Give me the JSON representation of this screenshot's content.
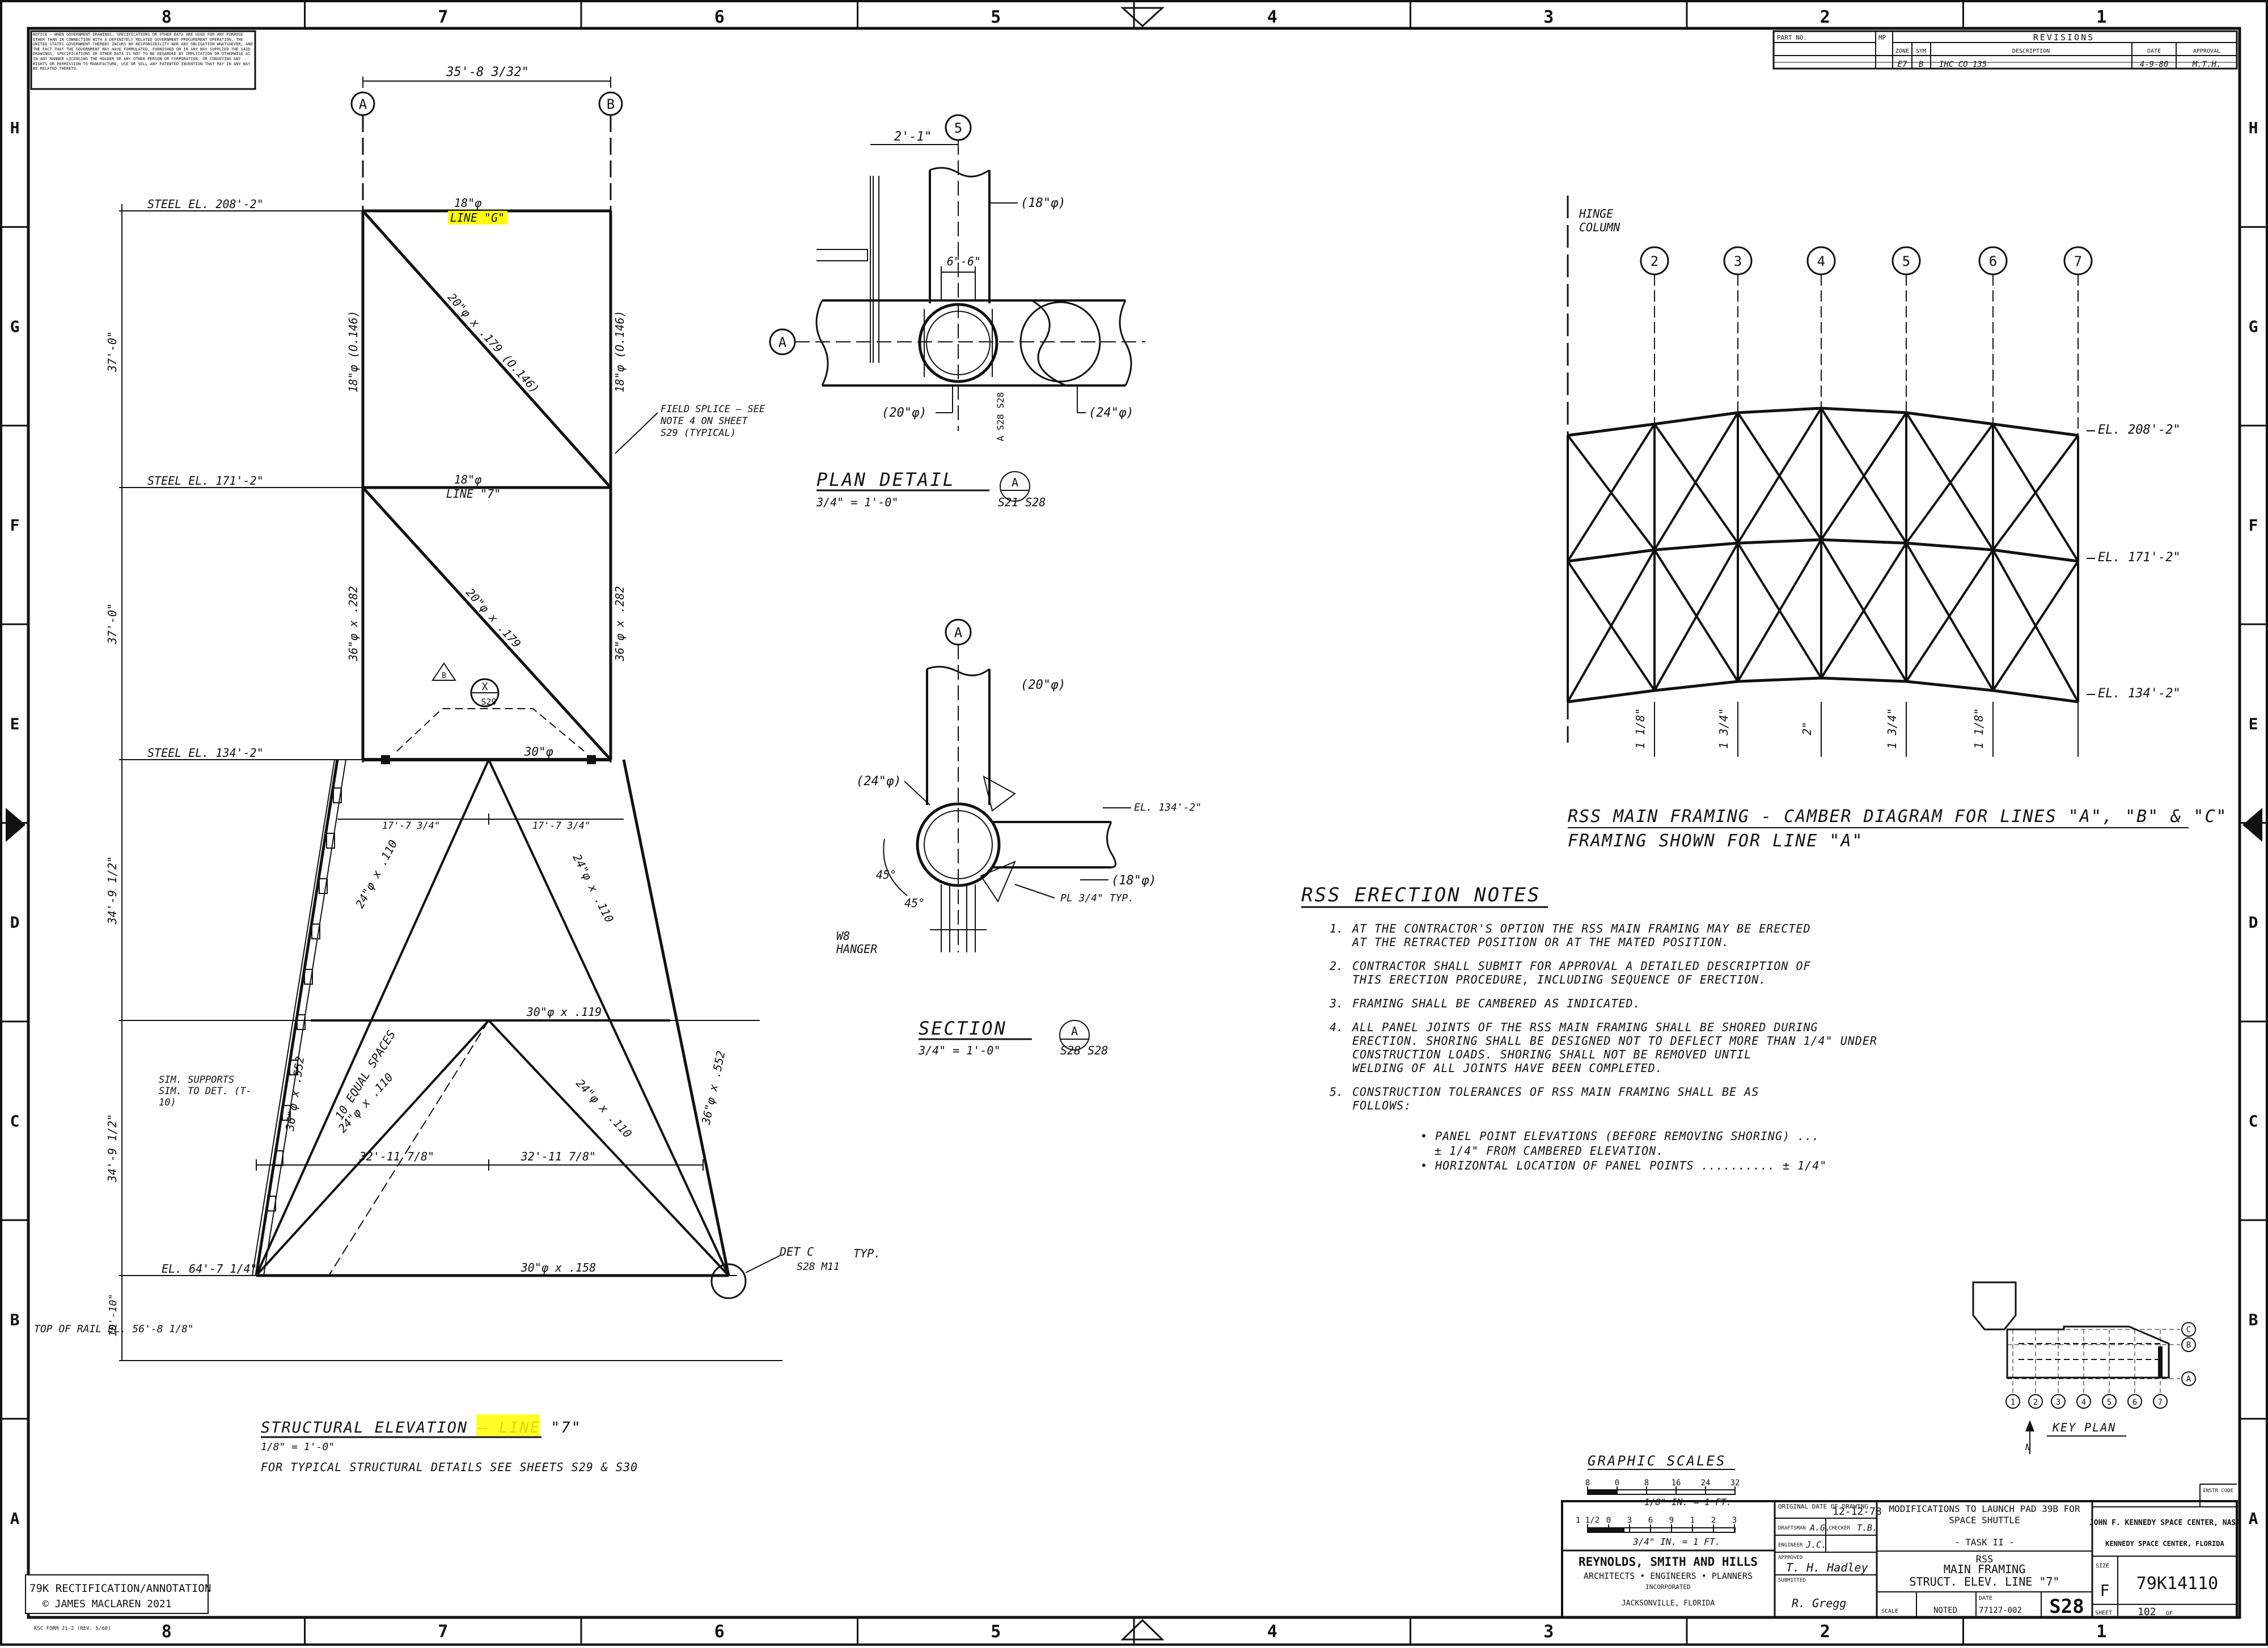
{
  "border": {
    "columns": [
      "8",
      "7",
      "6",
      "5",
      "4",
      "3",
      "2",
      "1"
    ],
    "rows": [
      "H",
      "G",
      "F",
      "E",
      "D",
      "C",
      "B",
      "A"
    ]
  },
  "notice_text": "NOTICE — WHEN GOVERNMENT DRAWINGS, SPECIFICATIONS OR OTHER DATA ARE USED FOR ANY PURPOSE OTHER THAN IN CONNECTION WITH A DEFINITELY RELATED GOVERNMENT PROCUREMENT OPERATION, THE UNITED STATES GOVERNMENT THEREBY INCURS NO RESPONSIBILITY NOR ANY OBLIGATION WHATSOEVER; AND THE FACT THAT THE GOVERNMENT MAY HAVE FORMULATED, FURNISHED OR IN ANY WAY SUPPLIED THE SAID DRAWINGS, SPECIFICATIONS OR OTHER DATA IS NOT TO BE REGARDED BY IMPLICATION OR OTHERWISE AS IN ANY MANNER LICENSING THE HOLDER OR ANY OTHER PERSON OR CORPORATION, OR CONVEYING ANY RIGHTS OR PERMISSION TO MANUFACTURE, USE OR SELL ANY PATENTED INVENTION THAT MAY IN ANY WAY BE RELATED THERETO.",
  "revisions": {
    "part_no_label": "PART NO.",
    "mp_label": "MP",
    "title": "REVISIONS",
    "headers": [
      "ZONE",
      "SYM",
      "DESCRIPTION",
      "DATE",
      "APPROVAL"
    ],
    "rows": [
      [
        "E7",
        "B",
        "IHC CO 135",
        "4-9-80",
        "M.T.H."
      ]
    ]
  },
  "elevation": {
    "title": "STRUCTURAL ELEVATION — LINE \"7\"",
    "scale": "1/8\" = 1'-0\"",
    "note": "FOR TYPICAL STRUCTURAL DETAILS SEE SHEETS S29 & S30",
    "grid_a": "A",
    "grid_b": "B",
    "top_dim": "35'-8 3/32\"",
    "steel_208": "STEEL EL. 208'-2\"",
    "steel_171": "STEEL EL. 171'-2\"",
    "steel_134": "STEEL EL. 134'-2\"",
    "el_64": "EL. 64'-7 1/4\"",
    "top_of_rail": "TOP OF RAIL EL. 56'-8 1/8\"",
    "member_18_top": "18\"φ",
    "line_g": "LINE \"G\"",
    "member_18_mid": "18\"φ",
    "line_7": "LINE \"7\"",
    "diag_upper": "20\"φ x .179 (O.146)",
    "diag_mid": "20\"φ x .179",
    "col_upper_l": "18\"φ (O.146)",
    "col_upper_r": "18\"φ (O.146)",
    "col_mid_l": "36\"φ x .282",
    "col_mid_r": "36\"φ x .282",
    "field_splice": "FIELD SPLICE — SEE NOTE 4 ON SHEET S29 (TYPICAL)",
    "beam_30_top": "30\"φ",
    "dim_17a": "17'-7 3/4\"",
    "dim_17b": "17'-7 3/4\"",
    "brace_l": "24\"φ x .110",
    "brace_r": "24\"φ x .110",
    "beam_30_119": "30\"φ x .119",
    "brace_l2": "24\"φ x .110",
    "brace_r2": "24\"φ x .110",
    "leg_l": "36\"φ x .552",
    "leg_r": "36\"φ x .552",
    "equal_spaces": "10 EQUAL SPACES",
    "dim_32a": "32'-11 7/8\"",
    "dim_32b": "32'-11 7/8\"",
    "beam_30_158": "30\"φ x .158",
    "det_c": "DET C",
    "det_c_ref": "S28 M11",
    "typ": "TYP.",
    "ladder_note": "SIM. SUPPORTS SIM. TO DET. (T-10)",
    "x_bubble": "X",
    "x_ref": "S29",
    "rev_mark": "B",
    "h_37a": "37'-0\"",
    "h_37b": "37'-0\"",
    "h_34a": "34'-9 1/2\"",
    "h_34b": "34'-9 1/2\"",
    "h_bottom": "10'-10\""
  },
  "plan_detail": {
    "title": "PLAN DETAIL",
    "bubble": "A",
    "scale": "3/4\" = 1'-0\"",
    "ref": "S21 S28",
    "grid_5": "5",
    "grid_a": "A",
    "dim_21": "2'-1\"",
    "dim_66": "6\"-6\"",
    "pipe_18": "(18\"φ)",
    "pipe_20": "(20\"φ)",
    "pipe_24": "(24\"φ)",
    "section_ref": "A S28 S28"
  },
  "section": {
    "title": "SECTION",
    "bubble": "A",
    "scale": "3/4\" = 1'-0\"",
    "ref": "S28 S28",
    "grid_a": "A",
    "pipe_20": "(20\"φ)",
    "pipe_24": "(24\"φ)",
    "pipe_18": "(18\"φ)",
    "el": "EL. 134'-2\"",
    "plate": "PL 3/4\" TYP.",
    "angle_45a": "45°",
    "angle_45b": "45°",
    "hanger": "W8 HANGER"
  },
  "camber": {
    "hinge": "HINGE COLUMN",
    "grid": [
      "2",
      "3",
      "4",
      "5",
      "6",
      "7"
    ],
    "el_208": "EL. 208'-2\"",
    "el_171": "EL. 171'-2\"",
    "el_134": "EL. 134'-2\"",
    "cambers": [
      "1 1/8\"",
      "1 3/4\"",
      "2\"",
      "1 3/4\"",
      "1 1/8\""
    ],
    "title": "RSS MAIN FRAMING - CAMBER DIAGRAM FOR LINES \"A\", \"B\" & \"C\"",
    "subtitle": "FRAMING SHOWN FOR LINE \"A\""
  },
  "notes": {
    "title": "RSS ERECTION NOTES",
    "items": [
      {
        "num": "1.",
        "lines": [
          "AT THE CONTRACTOR'S OPTION THE RSS MAIN FRAMING MAY BE ERECTED",
          "AT THE RETRACTED POSITION OR AT THE MATED POSITION."
        ]
      },
      {
        "num": "2.",
        "lines": [
          "CONTRACTOR SHALL SUBMIT FOR APPROVAL A DETAILED DESCRIPTION OF",
          "THIS ERECTION PROCEDURE, INCLUDING SEQUENCE OF ERECTION."
        ]
      },
      {
        "num": "3.",
        "lines": [
          "FRAMING SHALL BE CAMBERED AS INDICATED."
        ]
      },
      {
        "num": "4.",
        "lines": [
          "ALL PANEL JOINTS OF THE RSS MAIN FRAMING SHALL BE SHORED DURING",
          "ERECTION. SHORING SHALL BE DESIGNED NOT TO DEFLECT MORE THAN 1/4\" UNDER",
          "CONSTRUCTION LOADS. SHORING SHALL NOT BE REMOVED UNTIL",
          "WELDING OF ALL JOINTS HAVE BEEN COMPLETED."
        ]
      },
      {
        "num": "5.",
        "lines": [
          "CONSTRUCTION TOLERANCES OF RSS MAIN FRAMING SHALL BE AS",
          "FOLLOWS:"
        ]
      }
    ],
    "bullets": [
      "• PANEL POINT ELEVATIONS (BEFORE REMOVING SHORING) ...",
      "± 1/4\" FROM CAMBERED ELEVATION.",
      "• HORIZONTAL LOCATION OF PANEL POINTS .......... ± 1/4\""
    ]
  },
  "key_plan": {
    "title": "KEY PLAN",
    "grid": [
      "1",
      "2",
      "3",
      "4",
      "5",
      "6",
      "7"
    ],
    "lines": [
      "C",
      "B",
      "A"
    ],
    "north": "N"
  },
  "graphic_scales": {
    "title": "GRAPHIC SCALES",
    "s1_ticks": [
      "8",
      "0",
      "8",
      "16",
      "24",
      "32"
    ],
    "s1_label": "1/8\" IN. = 1 FT.",
    "s2_ticks": [
      "1 1/2",
      "0",
      "3",
      "6",
      "9",
      "1",
      "2",
      "3"
    ],
    "s2_label": "3/4\" IN. = 1 FT."
  },
  "title_block": {
    "original_date_label": "ORIGINAL DATE OF DRAWING",
    "original_date": "12-12-78",
    "drawn_label": "DRAFTSMAN",
    "drawn": "A.G.",
    "checker_label": "CHECKER",
    "checker": "T.B.",
    "engineer_label": "ENGINEER",
    "engineer": "J.C.",
    "approved_label": "APPROVED",
    "submitted_label": "SUBMITTED",
    "approved_sig": "T. H. Hadley",
    "submitted_sig": "R. Gregg",
    "firm": "REYNOLDS, SMITH AND HILLS",
    "firm_sub": "ARCHITECTS • ENGINEERS • PLANNERS",
    "firm_inc": "INCORPORATED",
    "firm_city": "JACKSONVILLE, FLORIDA",
    "mod_title": "MODIFICATIONS TO LAUNCH PAD 39B FOR SPACE SHUTTLE",
    "task": "- TASK II -",
    "rss": "RSS",
    "main_framing": "MAIN FRAMING",
    "struct_elev": "STRUCT. ELEV. LINE \"7\"",
    "agency": "JOHN F. KENNEDY SPACE CENTER, NASA",
    "location": "KENNEDY SPACE CENTER, FLORIDA",
    "instr_label": "INSTR CODE",
    "size_label": "SIZE",
    "size": "F",
    "dwg_no": "79K14110",
    "sheet_no": "S28",
    "sheet_label": "SHEET",
    "sheet_num": "102",
    "of": "OF",
    "scale_label": "SCALE",
    "scale_val": "NOTED",
    "date_label": "DATE",
    "date_val": "77127-002",
    "form": "KSC FORM 21-2 (REV. 5/68)"
  },
  "annotation": {
    "line1": "79K RECTIFICATION/ANNOTATION",
    "line2": "© JAMES MACLAREN 2021"
  }
}
